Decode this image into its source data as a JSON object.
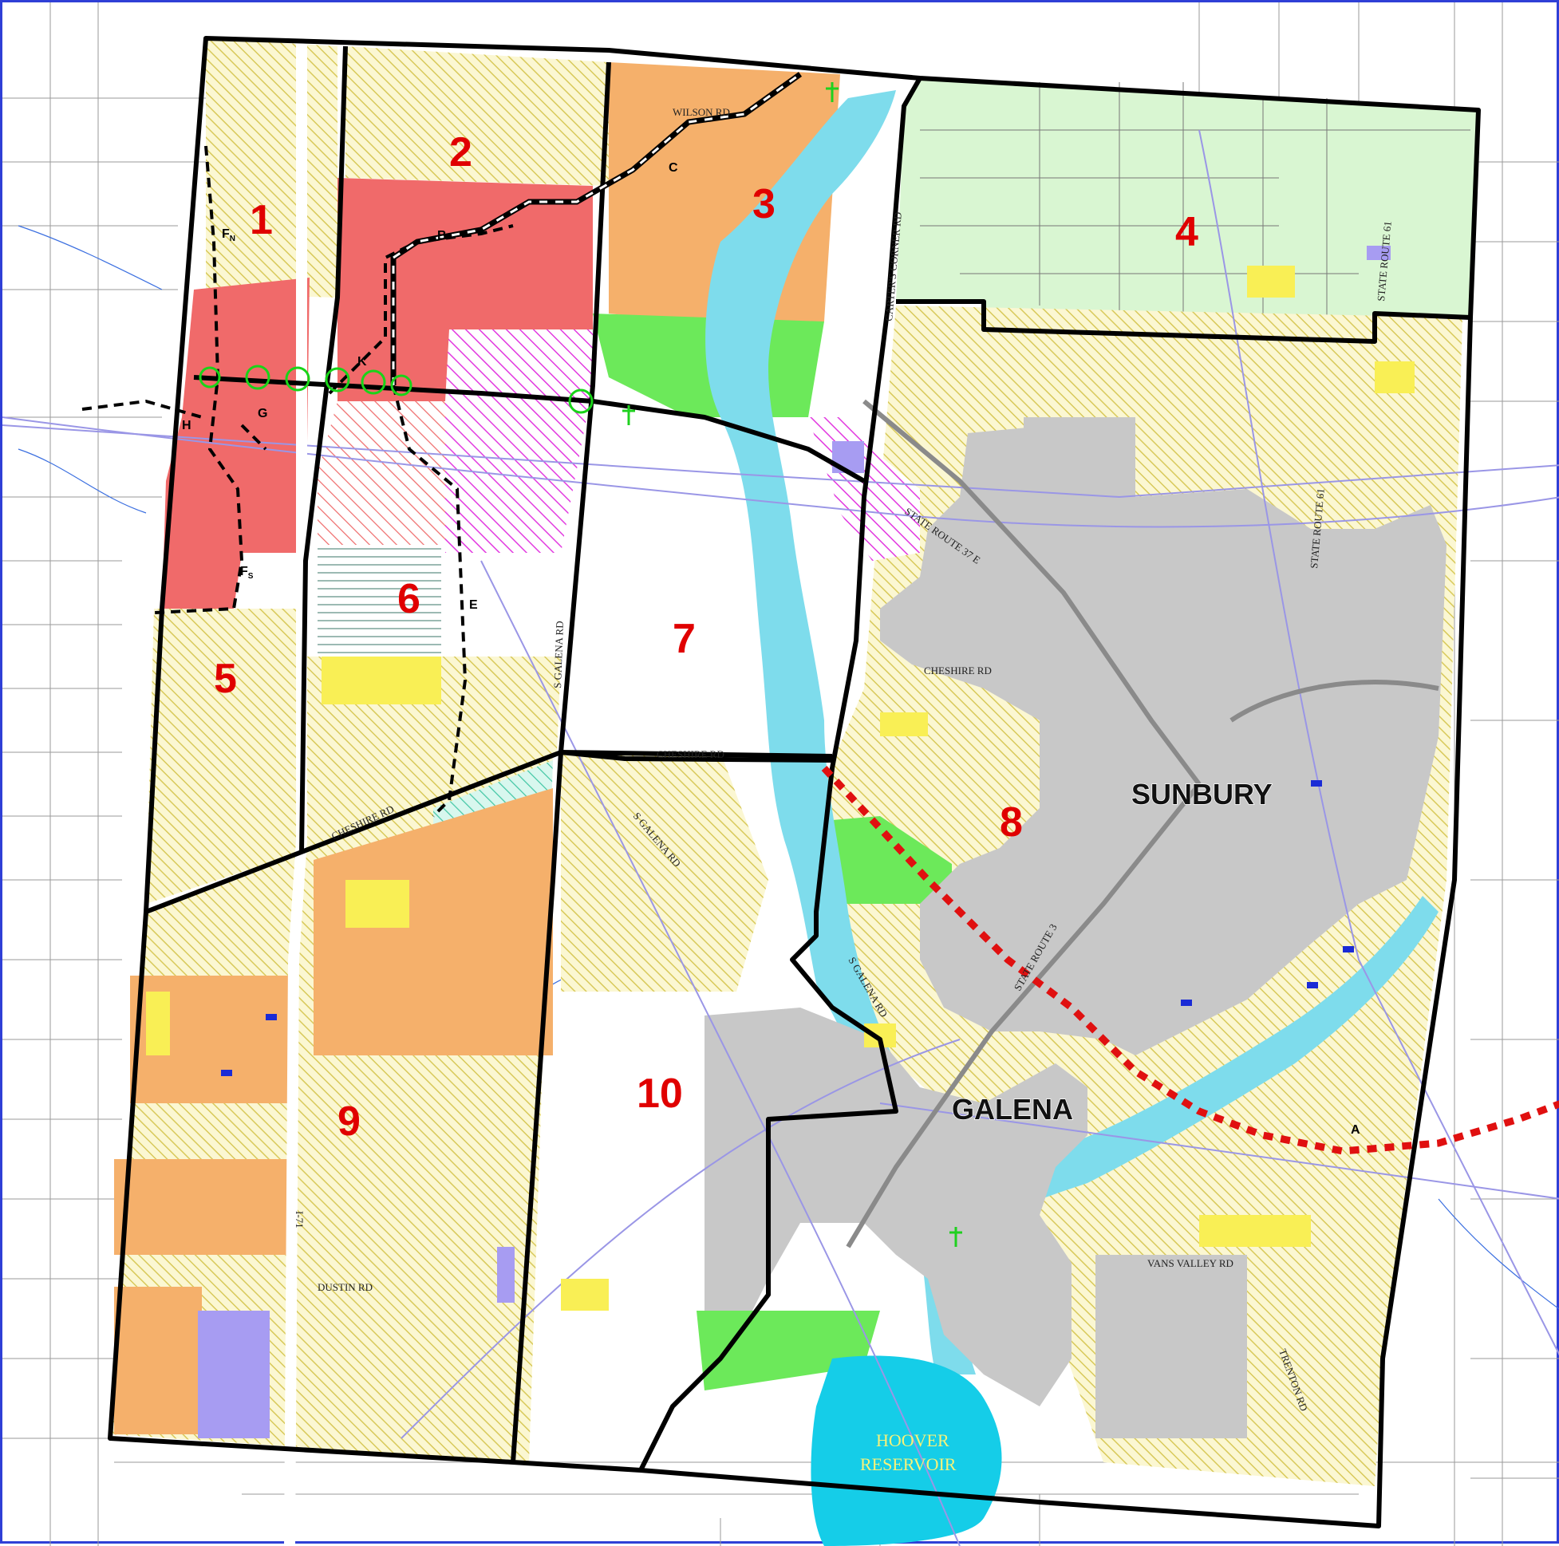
{
  "colors": {
    "hatch_yellow": "#e8df8e",
    "solid_yellow": "#f9ef55",
    "red": "#f06a6a",
    "orange": "#f5b06b",
    "light_green": "#d6f5cf",
    "bright_green": "#6ce95a",
    "gray": "#c8c8c8",
    "water": "#7edcec",
    "reservoir": "#15cde8",
    "magenta": "#e23ae0",
    "purple": "#a79cf2",
    "teal_hatch": "#45c7a6",
    "boundary": "#000000",
    "red_dotted": "#e01010"
  },
  "zones": [
    {
      "label": "1"
    },
    {
      "label": "2"
    },
    {
      "label": "3"
    },
    {
      "label": "4"
    },
    {
      "label": "5"
    },
    {
      "label": "6"
    },
    {
      "label": "7"
    },
    {
      "label": "8"
    },
    {
      "label": "9"
    },
    {
      "label": "10"
    }
  ],
  "towns": {
    "sunbury": "SUNBURY",
    "galena": "GALENA"
  },
  "reservoir": {
    "line1": "HOOVER",
    "line2": "RESERVOIR"
  },
  "roads": {
    "wilson": "WILSON RD",
    "carters_corner": "CARTER'S CORNER RD",
    "state_route_61_north": "STATE ROUTE 61",
    "state_route_61_mid": "STATE ROUTE 61",
    "state_route_37": "STATE ROUTE 37 E",
    "cheshire_east": "CHESHIRE RD",
    "cheshire_mid": "CHESHIRE RD",
    "cheshire_west": "CHESHIRE RD",
    "s_galena_north": "S GALENA RD",
    "s_galena_mid": "S GALENA RD",
    "s_galena_south": "S GALENA RD",
    "state_route_3": "STATE ROUTE 3",
    "vans_valley": "VANS VALLEY RD",
    "trenton": "TRENTON RD",
    "dustin": "DUSTIN RD",
    "i71": "I-71"
  },
  "corridor_letters": {
    "a": "A",
    "b": "B",
    "c": "C",
    "e": "E",
    "fn": "F",
    "fn_sub": "N",
    "fs": "F",
    "fs_sub": "S",
    "g": "G",
    "h": "H",
    "k": "K"
  }
}
